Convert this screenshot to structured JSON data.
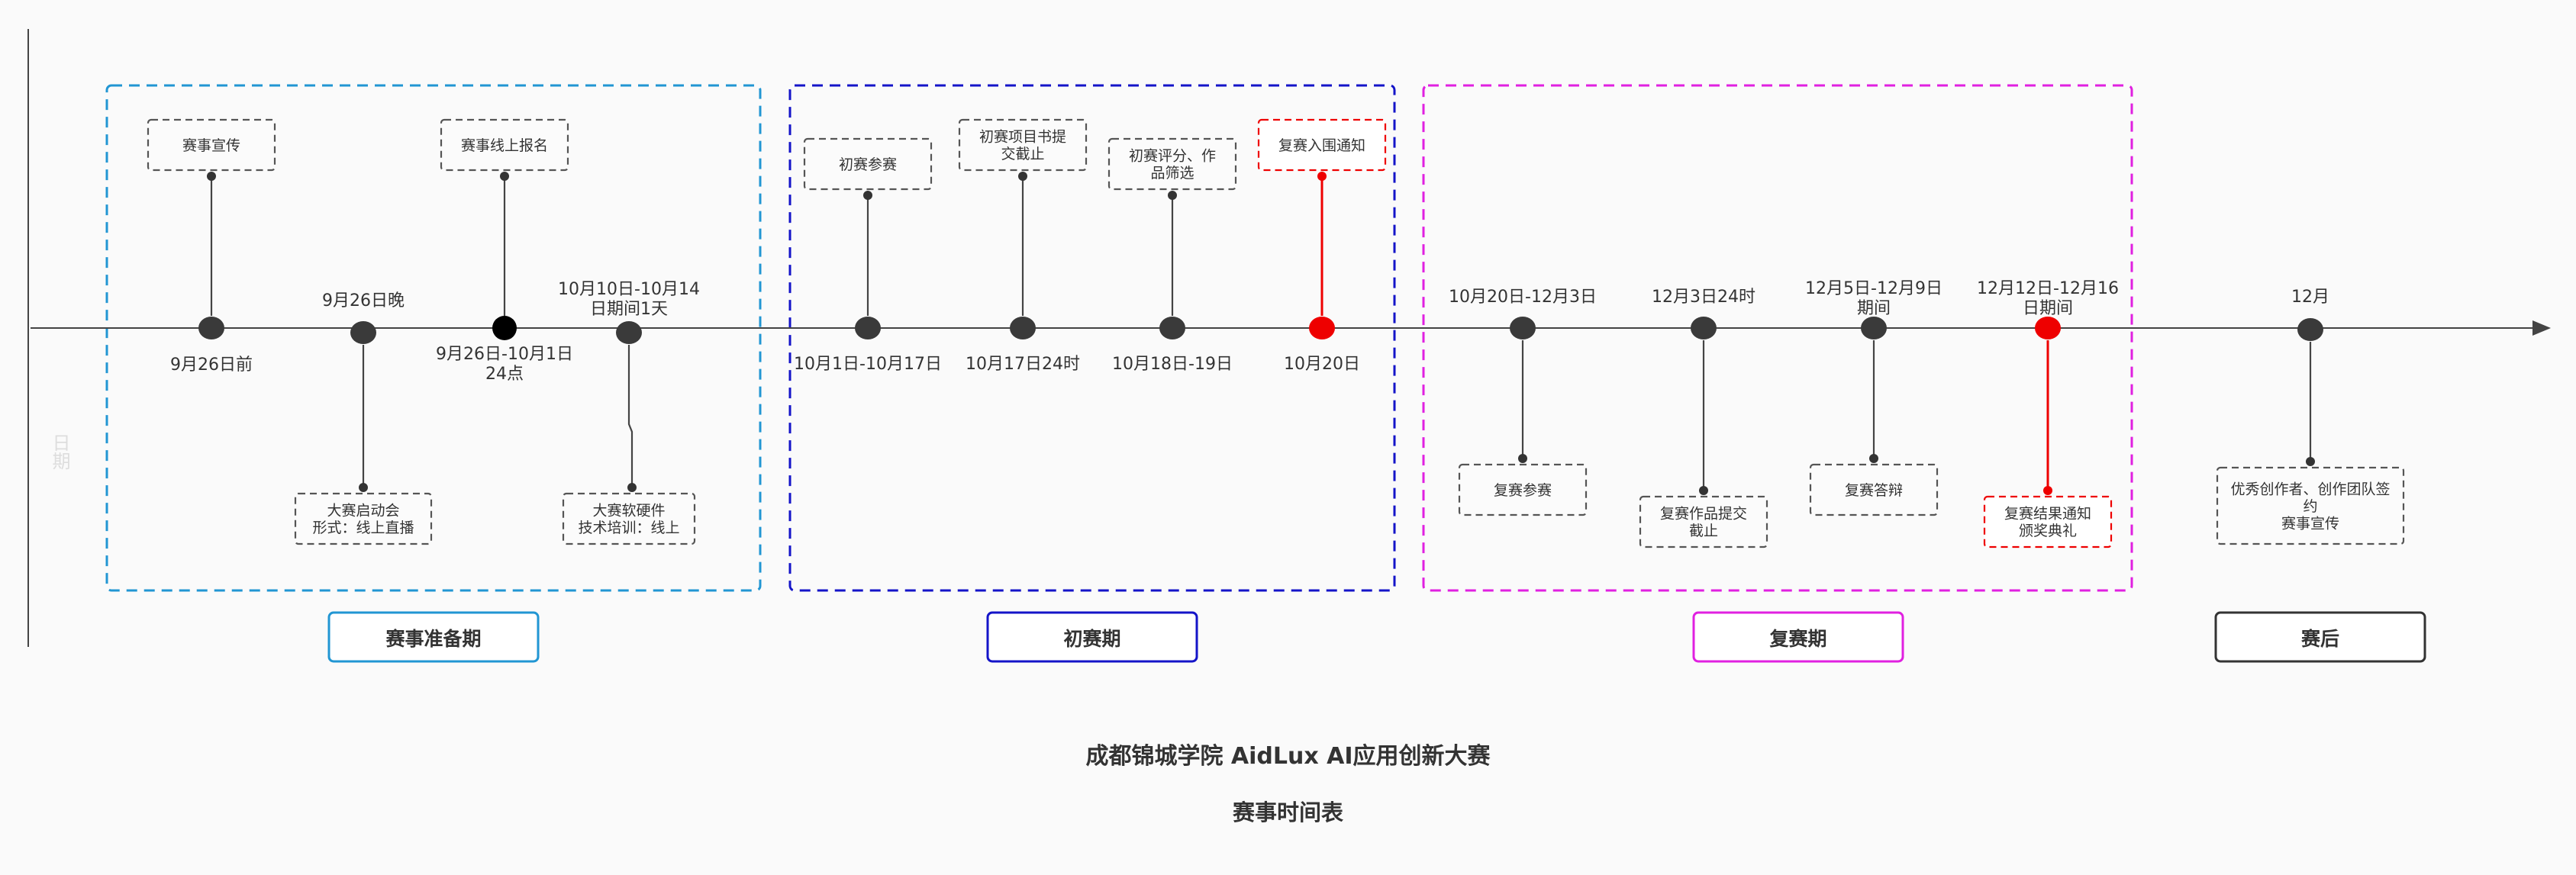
{
  "colors": {
    "prep": "#2196d3",
    "first": "#1414c8",
    "second": "#e020e0",
    "after": "#333333",
    "highlight": "#ee0000",
    "node": "#3a3a3a",
    "axis": "#444444"
  },
  "side_label": "日期",
  "phases": [
    {
      "label": "赛事准备期",
      "color": "#2196d3"
    },
    {
      "label": "初赛期",
      "color": "#1414c8"
    },
    {
      "label": "复赛期",
      "color": "#e020e0"
    },
    {
      "label": "赛后",
      "color": "#333333"
    }
  ],
  "milestones": [
    {
      "date": "9月26日前",
      "event": "赛事宣传",
      "highlight": false
    },
    {
      "date": "9月26日晚",
      "event": "大赛启动会\n形式：线上直播",
      "highlight": false
    },
    {
      "date": "9月26日-10月1日\n24点",
      "event": "赛事线上报名",
      "highlight": false,
      "bold": true
    },
    {
      "date": "10月10日-10月14\n日期间1天",
      "event": "大赛软硬件\n技术培训：线上",
      "highlight": false
    },
    {
      "date": "10月1日-10月17日",
      "event": "初赛参赛",
      "highlight": false
    },
    {
      "date": "10月17日24时",
      "event": "初赛项目书提\n交截止",
      "highlight": false
    },
    {
      "date": "10月18日-19日",
      "event": "初赛评分、作\n品筛选",
      "highlight": false
    },
    {
      "date": "10月20日",
      "event": "复赛入围通知",
      "highlight": true
    },
    {
      "date": "10月20日-12月3日",
      "event": "复赛参赛",
      "highlight": false
    },
    {
      "date": "12月3日24时",
      "event": "复赛作品提交\n截止",
      "highlight": false
    },
    {
      "date": "12月5日-12月9日\n期间",
      "event": "复赛答辩",
      "highlight": false
    },
    {
      "date": "12月12日-12月16\n日期间",
      "event": "复赛结果通知\n颁奖典礼",
      "highlight": true
    },
    {
      "date": "12月",
      "event": "优秀创作者、创作团队签\n约\n赛事宣传",
      "highlight": false
    }
  ],
  "title_main": "成都锦城学院 AidLux AI应用创新大赛",
  "title_sub": "赛事时间表"
}
